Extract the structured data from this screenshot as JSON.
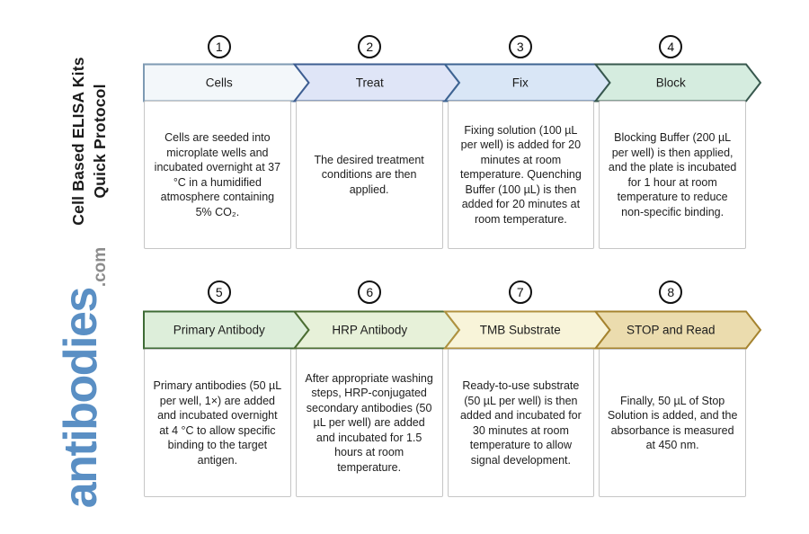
{
  "brand": {
    "title_line1": "Cell Based ELISA Kits",
    "title_line2": "Quick Protocol",
    "logo_text": "antibodies",
    "logo_suffix": ".com",
    "logo_color": "#5a8fc4",
    "logo_suffix_color": "#8c8c8c"
  },
  "rows": [
    {
      "steps": [
        {
          "number": "1",
          "label": "Cells",
          "fill": "#f3f7fa",
          "stroke": "#7e9ab3",
          "description": "Cells are seeded into microplate wells and incubated overnight at 37 °C in a humidified atmosphere containing 5% CO₂."
        },
        {
          "number": "2",
          "label": "Treat",
          "fill": "#dfe5f7",
          "stroke": "#3e5e92",
          "description": "The desired treatment conditions are then applied."
        },
        {
          "number": "3",
          "label": "Fix",
          "fill": "#d9e6f6",
          "stroke": "#3e6492",
          "description": "Fixing solution (100 µL per well) is added for 20 minutes at room temperature. Quenching Buffer (100 µL) is then added for 20 minutes at room temperature."
        },
        {
          "number": "4",
          "label": "Block",
          "fill": "#d5ecdf",
          "stroke": "#38584e",
          "description": "Blocking Buffer (200 µL per well) is then applied, and the plate is incubated for 1 hour at room temperature to reduce non-specific binding."
        }
      ]
    },
    {
      "steps": [
        {
          "number": "5",
          "label": "Primary Antibody",
          "fill": "#ddeeda",
          "stroke": "#3e6b35",
          "description": "Primary antibodies (50 µL per well, 1×) are added and incubated overnight at 4 °C to allow specific binding to the target antigen."
        },
        {
          "number": "6",
          "label": "HRP Antibody",
          "fill": "#e7f1d9",
          "stroke": "#4c6e33",
          "description": "After appropriate washing steps, HRP-conjugated secondary antibodies (50 µL per well) are added and incubated for 1.5 hours at room temperature."
        },
        {
          "number": "7",
          "label": "TMB Substrate",
          "fill": "#f8f4d9",
          "stroke": "#b0923f",
          "description": "Ready-to-use substrate (50 µL per well) is then added and incubated for 30 minutes at room temperature to allow signal development."
        },
        {
          "number": "8",
          "label": "STOP and Read",
          "fill": "#ebdcae",
          "stroke": "#a5832f",
          "description": "Finally, 50 µL of Stop Solution is added, and the absorbance is measured at 450 nm."
        }
      ]
    }
  ]
}
